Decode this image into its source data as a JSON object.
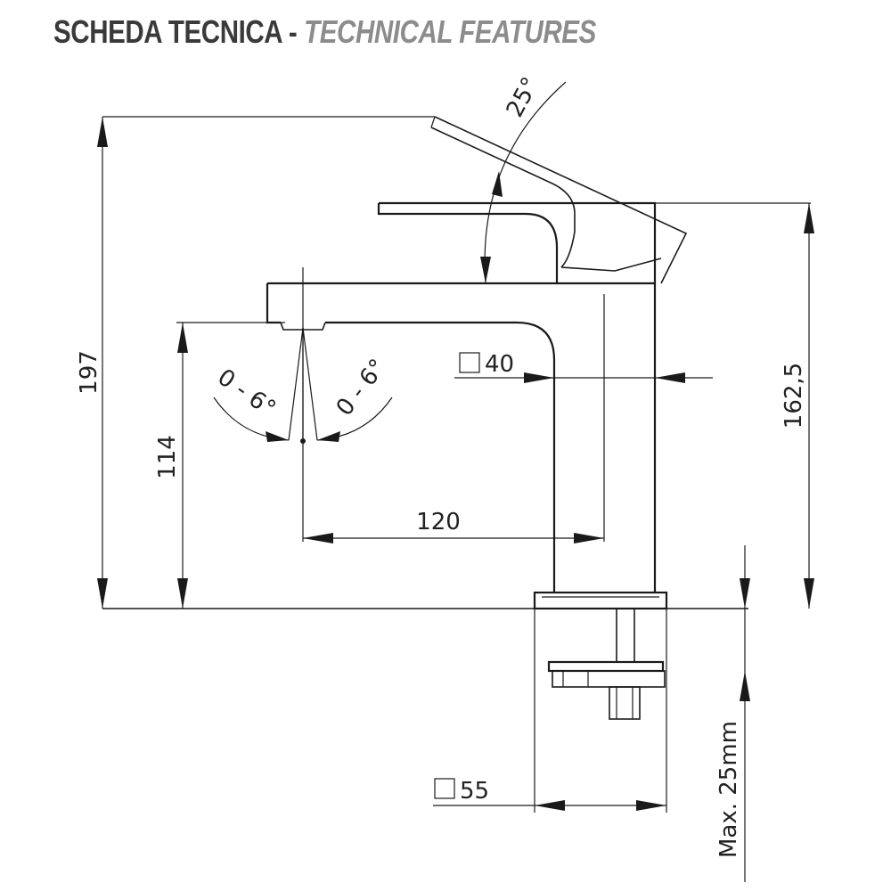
{
  "header": {
    "title_it": "SCHEDA TECNICA",
    "separator": " - ",
    "title_en": "TECHNICAL FEATURES"
  },
  "dimensions": {
    "total_height": "197",
    "spout_height": "114",
    "handle_height": "162,5",
    "spout_reach": "120",
    "body_section": "40",
    "base_section": "55",
    "lever_angle": "25°",
    "spray_angle_left": "0 - 6°",
    "spray_angle_right": "0 - 6°",
    "max_deck_thickness": "Max. 25mm"
  },
  "colors": {
    "line": "#1a1a1a",
    "title_dark": "#3a3a3a",
    "title_light": "#8c8c8c"
  }
}
